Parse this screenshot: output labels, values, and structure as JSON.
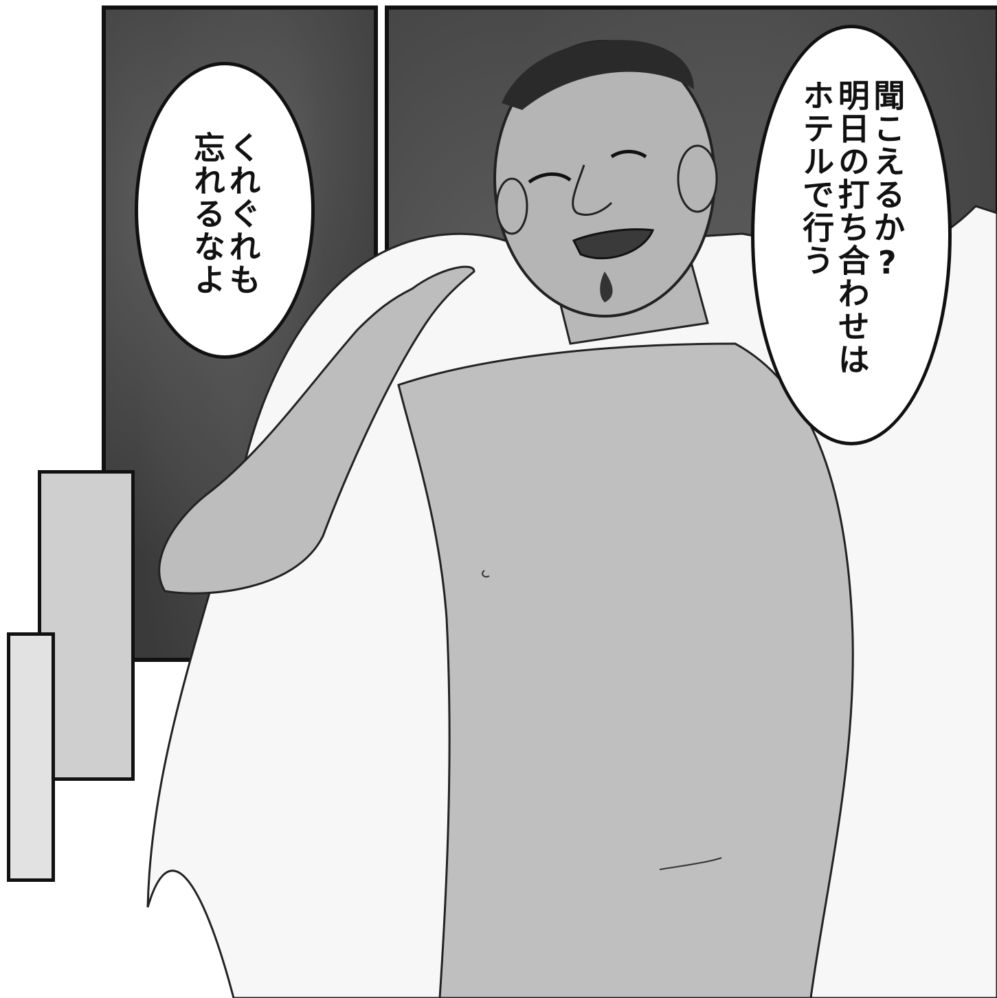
{
  "bubbles": {
    "left": {
      "line1": "くれぐれも",
      "line2": "忘れるなよ"
    },
    "right": {
      "line1": "聞こえるか?",
      "line2": "明日の打ち合わせは",
      "line3": "ホテルで行う"
    }
  }
}
